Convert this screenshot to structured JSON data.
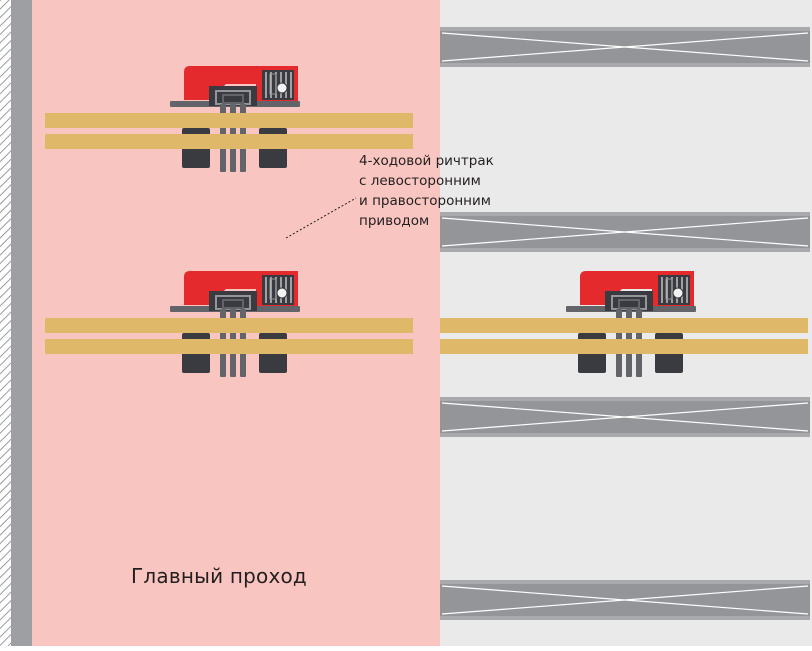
{
  "diagram": {
    "callout_lines": [
      "4-ходовой ричтрак",
      "с левосторонним",
      "и правосторонним",
      "приводом"
    ],
    "main_aisle_label": "Главный проход"
  },
  "colors": {
    "main_aisle": "#f9c5c0",
    "storage_area": "#ebeaeb",
    "wall": "#9d9fa2",
    "rack_beam": "#939598",
    "rack_cross": "#ffffff",
    "load_rail": "#e0b86a",
    "truck_body": "#e52a2e",
    "truck_dark": "#3a3b40",
    "truck_gray": "#626469"
  }
}
